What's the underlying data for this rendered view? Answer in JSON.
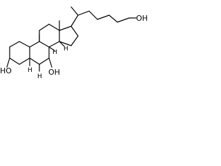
{
  "molecule": {
    "labels": {
      "oh_left": "HO",
      "oh_bottom": "OH",
      "oh_right": "OH",
      "h_c5": "H",
      "h_c8": "H",
      "h_c9": "H",
      "h_c14": "H"
    },
    "colors": {
      "bond": "#000000",
      "background": "#ffffff"
    }
  }
}
